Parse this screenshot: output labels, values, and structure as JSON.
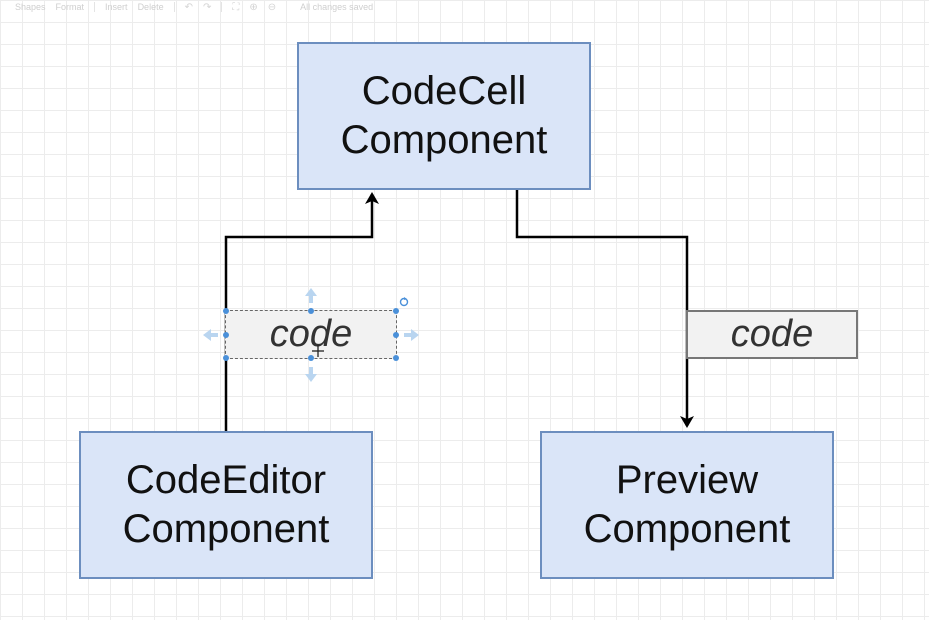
{
  "toolbar": {
    "shapes": "Shapes",
    "format": "Format",
    "insert": "Insert",
    "delete": "Delete",
    "undo_icon": "undo-icon",
    "redo_icon": "redo-icon",
    "fit_icon": "fit-icon",
    "zoom_in_icon": "zoom-in-icon",
    "zoom_out_icon": "zoom-out-icon",
    "status": "All changes saved"
  },
  "diagram": {
    "codecell": "CodeCell\nComponent",
    "code_editor": "CodeEditor\nComponent",
    "preview": "Preview\nComponent",
    "edge_left_label": "code",
    "edge_right_label": "code"
  },
  "colors": {
    "box_fill": "#dae5f8",
    "box_border": "#6c8ebf",
    "selection_handle": "#4a90d9"
  }
}
